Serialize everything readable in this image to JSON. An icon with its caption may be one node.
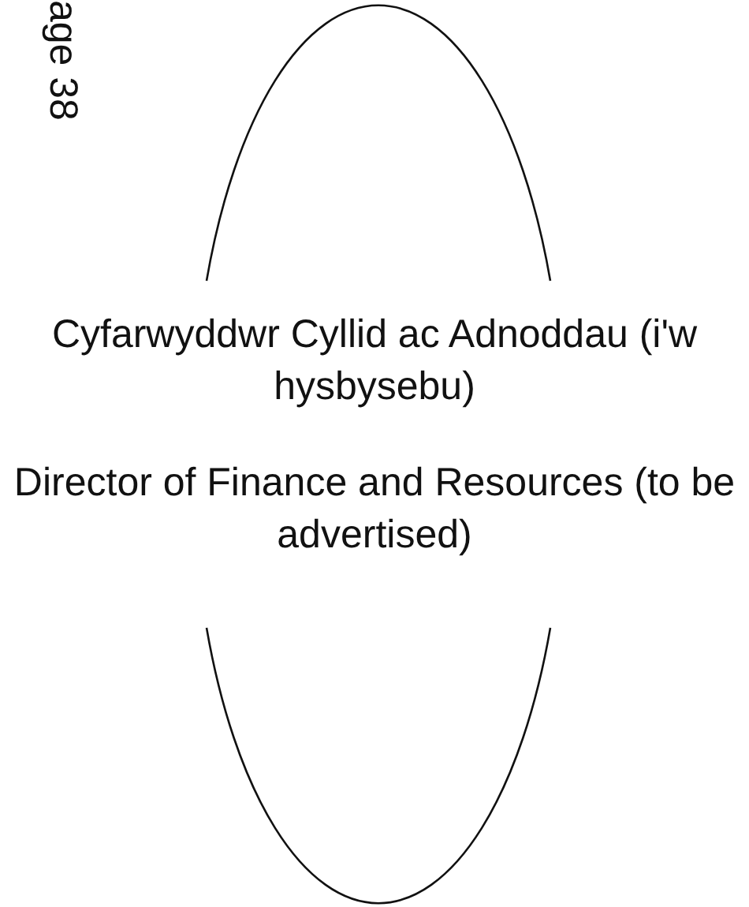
{
  "diagram": {
    "nodes": [
      {
        "text": [
          "Cyfarwyddwr Cyllid ac Adnoddau (i'w hysbysebu)",
          "Director of Finance and Resources (to be advertised)"
        ]
      }
    ],
    "edges": [],
    "labels": [
      "age 38"
    ]
  }
}
